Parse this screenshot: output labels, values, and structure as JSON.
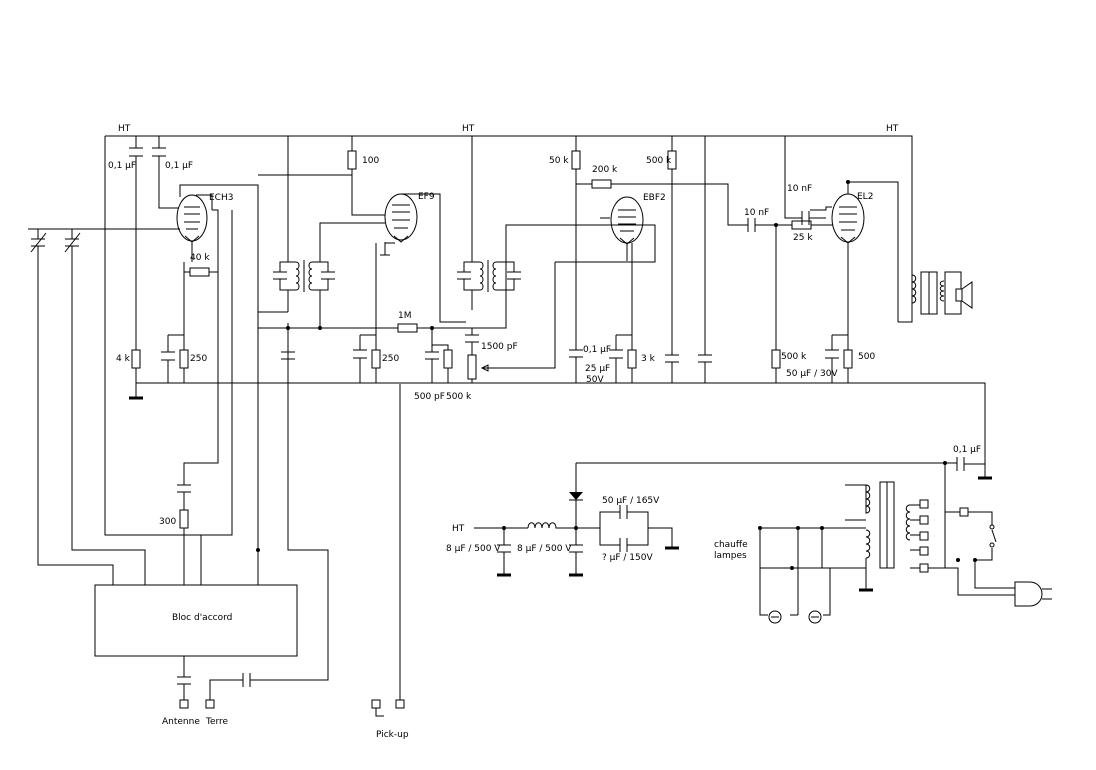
{
  "rails": {
    "ht_left": "HT",
    "ht_mid": "HT",
    "ht_right": "HT",
    "ht_supply": "HT"
  },
  "tubes": {
    "v1": "ECH3",
    "v2": "EF9",
    "v3": "EBF2",
    "v4": "EL2"
  },
  "components": {
    "c_left1": "0,1 µF",
    "c_left2": "0,1 µF",
    "r_100": "100",
    "r_50k": "50 k",
    "r_200k": "200 k",
    "r_500k_top": "500 k",
    "c_10nf_a": "10 nF",
    "c_10nf_b": "10 nF",
    "r_25k": "25 k",
    "r_40k": "40 k",
    "r_1m": "1M",
    "c_1500pf": "1500 pF",
    "r_4k": "4 k",
    "r_250_a": "250",
    "r_250_b": "250",
    "c_500pf": "500 pF",
    "r_500k_b": "500 k",
    "c_01_mid": "0,1 µF",
    "c_25uf": "25 µF",
    "c_25uf_v": "50V",
    "r_3k": "3 k",
    "r_500k_c": "500 k",
    "c_50uf_30v": "50 µF / 30V",
    "r_500": "500",
    "c_01_right": "0,1 µF",
    "r_300": "300",
    "c_50uf_165v": "50 µF / 165V",
    "c_q_150v": "? µF / 150V",
    "c_8uf_a": "8 µF / 500 V",
    "c_8uf_b": "8 µF / 500 V"
  },
  "labels": {
    "bloc": "Bloc d'accord",
    "antenne": "Antenne",
    "terre": "Terre",
    "pickup": "Pick-up",
    "chauffe1": "chauffe",
    "chauffe2": "lampes"
  }
}
